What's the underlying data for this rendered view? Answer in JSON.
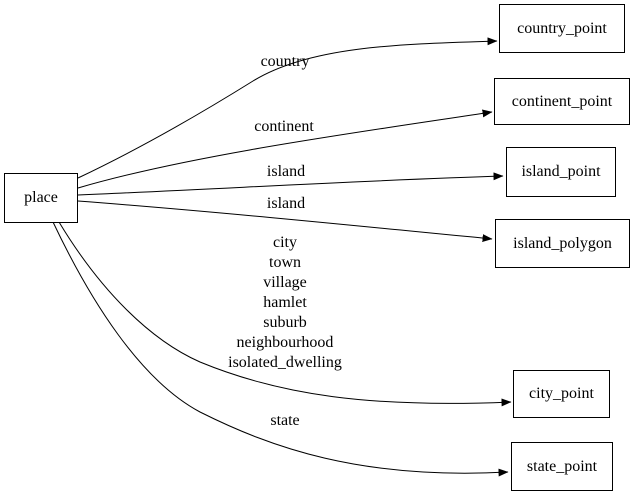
{
  "diagram": {
    "type": "directed-graph",
    "background_color": "#ffffff",
    "stroke_color": "#000000",
    "text_color": "#000000",
    "nodes": [
      {
        "id": "place",
        "label": "place"
      },
      {
        "id": "country_point",
        "label": "country_point"
      },
      {
        "id": "continent_point",
        "label": "continent_point"
      },
      {
        "id": "island_point",
        "label": "island_point"
      },
      {
        "id": "island_polygon",
        "label": "island_polygon"
      },
      {
        "id": "city_point",
        "label": "city_point"
      },
      {
        "id": "state_point",
        "label": "state_point"
      }
    ],
    "edges": [
      {
        "from": "place",
        "to": "country_point",
        "label": "country"
      },
      {
        "from": "place",
        "to": "continent_point",
        "label": "continent"
      },
      {
        "from": "place",
        "to": "island_point",
        "label": "island"
      },
      {
        "from": "place",
        "to": "island_polygon",
        "label": "island"
      },
      {
        "from": "place",
        "to": "city_point",
        "label_lines": [
          "city",
          "town",
          "village",
          "hamlet",
          "suburb",
          "neighbourhood",
          "isolated_dwelling"
        ]
      },
      {
        "from": "place",
        "to": "state_point",
        "label": "state"
      }
    ]
  }
}
